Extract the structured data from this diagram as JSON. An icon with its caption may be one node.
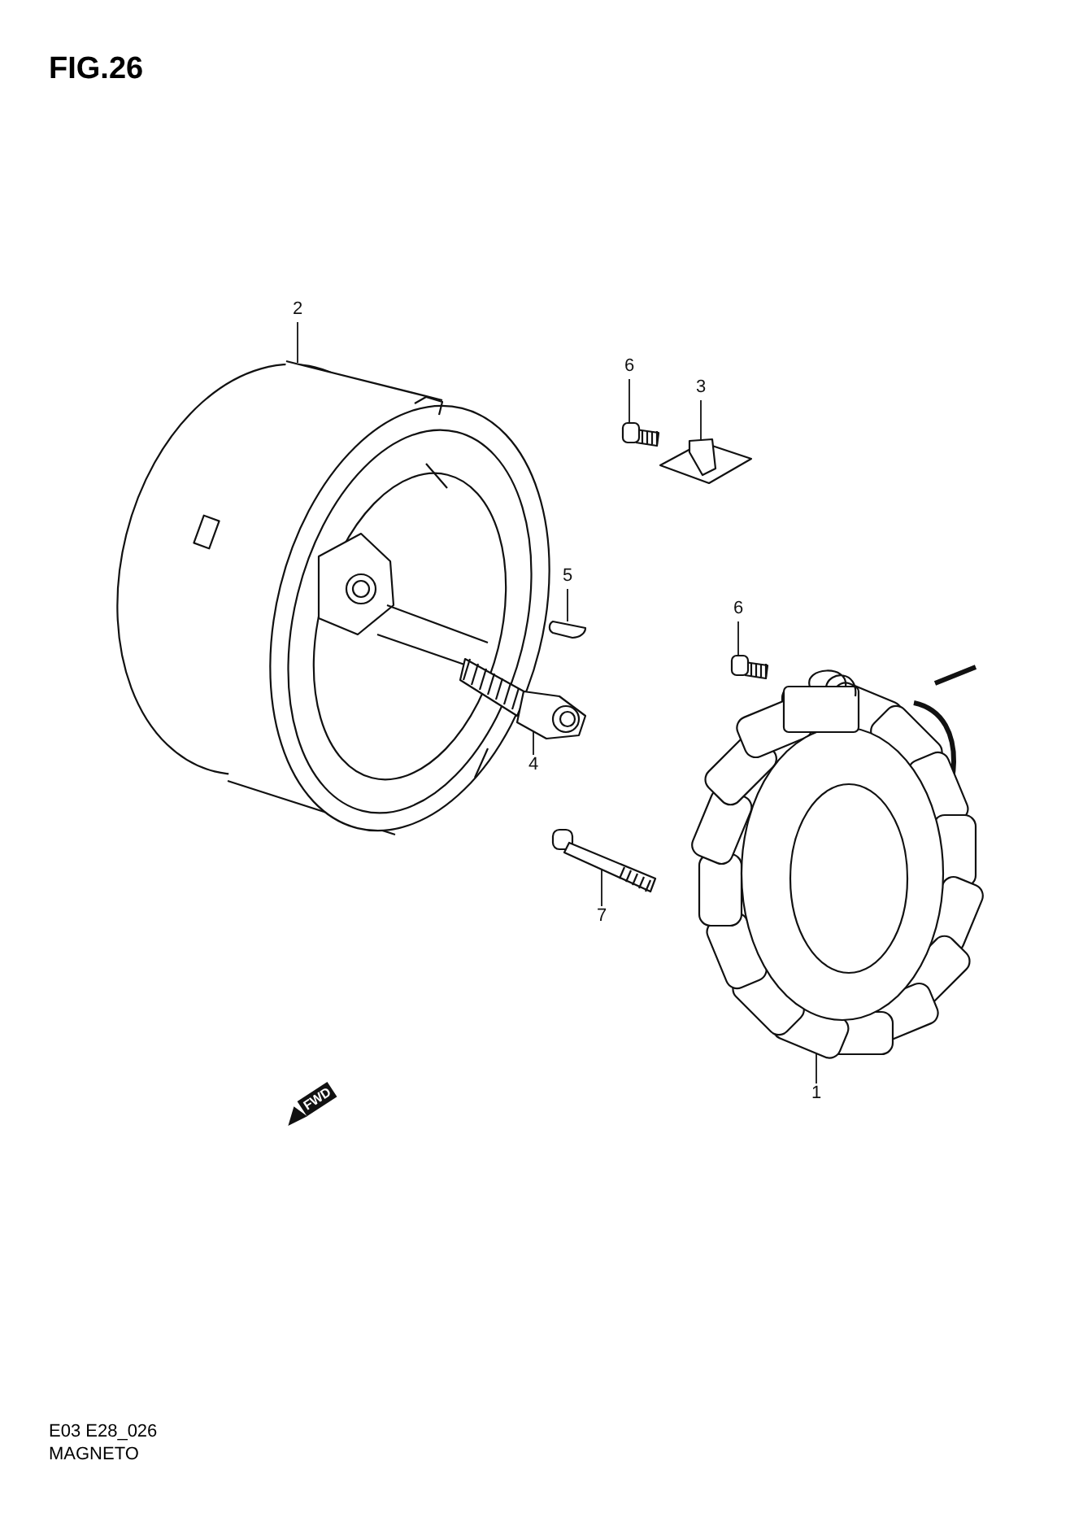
{
  "diagram": {
    "title": "FIG.26",
    "nodes": [
      {
        "text": [
          "2"
        ]
      },
      {
        "text": [],
        "shape": "picture"
      },
      {
        "text": [
          "6"
        ]
      },
      {
        "text": [],
        "shape": "picture"
      },
      {
        "text": [
          "3"
        ]
      },
      {
        "text": [],
        "shape": "picture"
      },
      {
        "text": [
          "5"
        ]
      },
      {
        "text": [],
        "shape": "picture"
      },
      {
        "text": [
          "6"
        ]
      },
      {
        "text": [],
        "shape": "picture"
      },
      {
        "text": [
          "4"
        ]
      },
      {
        "text": [],
        "shape": "picture"
      },
      {
        "text": [
          "7"
        ]
      },
      {
        "text": [],
        "shape": "picture"
      },
      {
        "text": [
          "1"
        ]
      },
      {
        "text": [],
        "shape": "picture"
      }
    ],
    "edges": [
      {
        "from": 0,
        "to": 1,
        "arrow": "none"
      },
      {
        "from": 2,
        "to": 3,
        "arrow": "none"
      },
      {
        "from": 4,
        "to": 5,
        "arrow": "none"
      },
      {
        "from": 6,
        "to": 7,
        "arrow": "none"
      },
      {
        "from": 8,
        "to": 9,
        "arrow": "none"
      },
      {
        "from": 10,
        "to": 11,
        "arrow": "none"
      },
      {
        "from": 12,
        "to": 13,
        "arrow": "none"
      },
      {
        "from": 14,
        "to": 15,
        "arrow": "none"
      }
    ],
    "labels": [
      "FWD",
      "E03 E28_026",
      "MAGNETO"
    ]
  }
}
